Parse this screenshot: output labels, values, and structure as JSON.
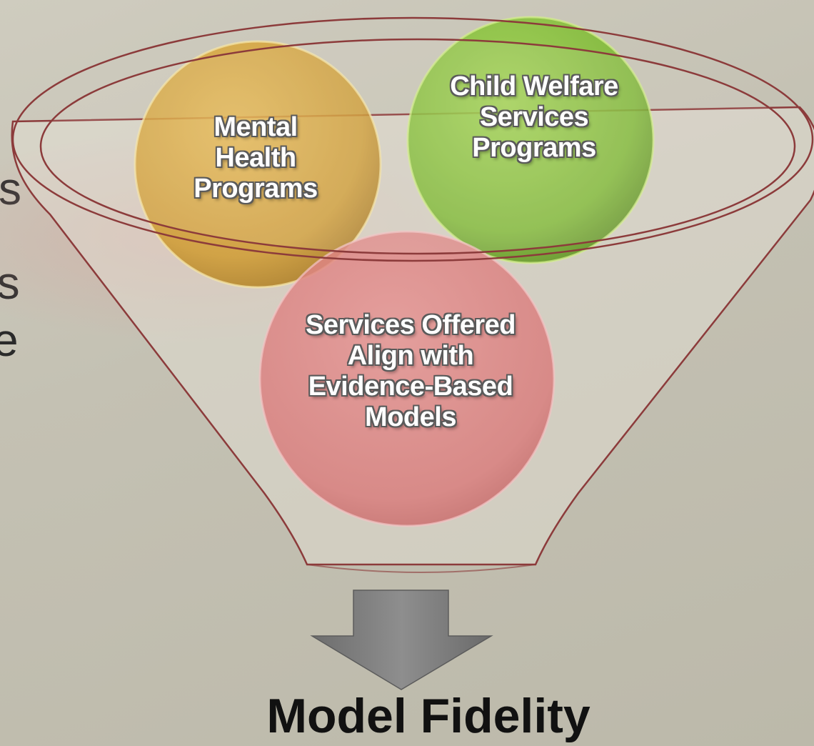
{
  "background_text": {
    "line1": "s",
    "line2": "ns",
    "line3": "e"
  },
  "funnel": {
    "circles": [
      {
        "label": "Mental Health Programs",
        "color": "#d9a535"
      },
      {
        "label": "Child Welfare Services Programs",
        "color": "#86c23a"
      },
      {
        "label": "Services Offered Align with Evidence-Based Models",
        "color": "#e07f80"
      }
    ]
  },
  "outcome": {
    "label": "Model Fidelity"
  },
  "colors": {
    "funnel_outline": "#9a3a3a",
    "arrow": "#808080",
    "background": "#c4c1b3"
  }
}
